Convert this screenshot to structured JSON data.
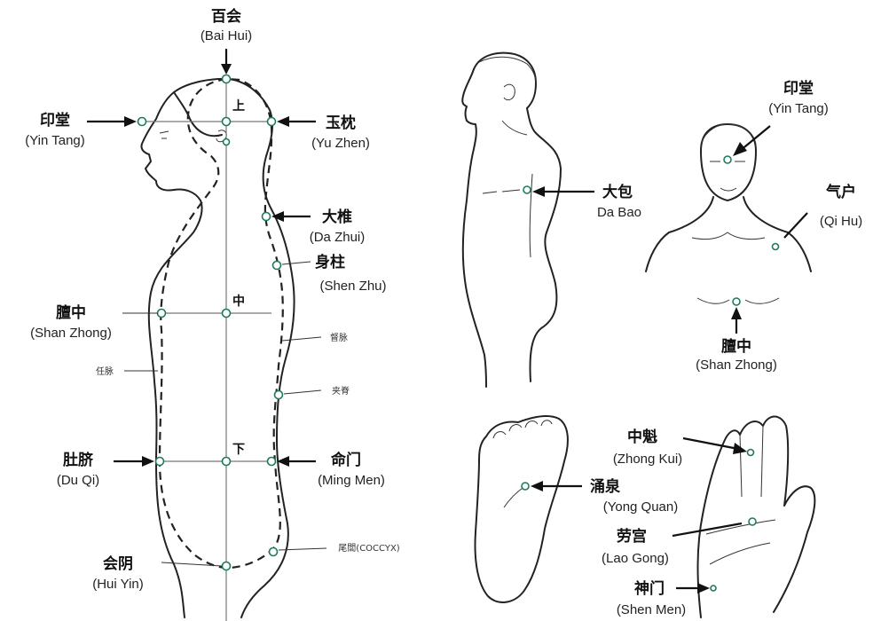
{
  "points": {
    "bai_hui": {
      "zh": "百会",
      "py": "(Bai Hui)"
    },
    "yin_tang_left": {
      "zh": "印堂",
      "py": "(Yin Tang)"
    },
    "yu_zhen": {
      "zh": "玉枕",
      "py": "(Yu Zhen)"
    },
    "da_zhui": {
      "zh": "大椎",
      "py": "(Da Zhui)"
    },
    "shen_zhu": {
      "zh": "身柱",
      "py": "(Shen Zhu)"
    },
    "shan_zhong_left": {
      "zh": "膻中",
      "py": "(Shan Zhong)"
    },
    "du_qi": {
      "zh": "肚脐",
      "py": "(Du Qi)"
    },
    "ming_men": {
      "zh": "命门",
      "py": "(Ming Men)"
    },
    "hui_yin": {
      "zh": "会阴",
      "py": "(Hui Yin)"
    },
    "da_bao": {
      "zh": "大包",
      "py": "Da Bao"
    },
    "yin_tang_right": {
      "zh": "印堂",
      "py": "(Yin Tang)"
    },
    "qi_hu": {
      "zh": "气户",
      "py": "(Qi Hu)"
    },
    "shan_zhong_right": {
      "zh": "膻中",
      "py": "(Shan Zhong)"
    },
    "zhong_kui": {
      "zh": "中魁",
      "py": "(Zhong Kui)"
    },
    "yong_quan": {
      "zh": "涌泉",
      "py": "(Yong Quan)"
    },
    "lao_gong": {
      "zh": "劳宫",
      "py": "(Lao Gong)"
    },
    "shen_men": {
      "zh": "神门",
      "py": "(Shen Men)"
    }
  },
  "markers": {
    "upper": "上",
    "middle": "中",
    "lower": "下"
  },
  "small_labels": {
    "du_mai": "督脉",
    "ren_mai": "任脉",
    "jia_ji": "夹脊",
    "coccyx": "尾閭(COCCYX)"
  }
}
